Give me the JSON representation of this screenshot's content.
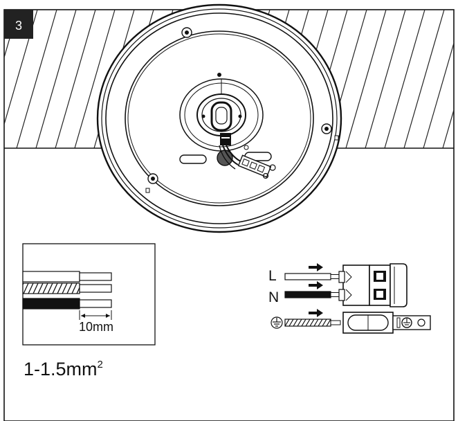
{
  "step": {
    "number": "3"
  },
  "strip": {
    "length": "10mm"
  },
  "gauge": {
    "value": "1-1.5mm",
    "superscript": "2"
  },
  "wiring": {
    "live_label": "L",
    "neutral_label": "N",
    "earth_symbol": "earth-ground-icon"
  },
  "colors": {
    "background": "#ffffff",
    "stroke": "#111111",
    "step_badge": "#222222",
    "neutral_wire": "#111111"
  }
}
